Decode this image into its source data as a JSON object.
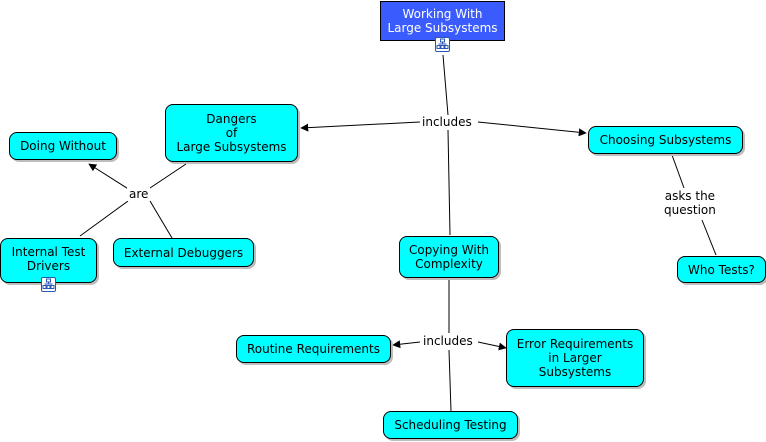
{
  "map": {
    "nodes": {
      "working": "Working With\nLarge Subsystems",
      "dangers": "Dangers\nof\nLarge Subsystems",
      "doing_without": "Doing Without",
      "internal_test": "Internal Test\nDrivers",
      "external_debuggers": "External Debuggers",
      "choosing": "Choosing Subsystems",
      "who_tests": "Who Tests?",
      "copying": "Copying With\nComplexity",
      "routine": "Routine Requirements",
      "error_req": "Error Requirements\nin Larger\nSubsystems",
      "scheduling": "Scheduling Testing"
    },
    "linking_phrases": {
      "includes_top": "includes",
      "are": "are",
      "asks": "asks the\nquestion",
      "includes_bottom": "includes"
    },
    "icons": {
      "working_submap": "submap-icon",
      "internal_submap": "submap-icon"
    },
    "colors": {
      "concept_fill": "#00ffff",
      "root_fill": "#3a5cff",
      "line": "#000000"
    }
  }
}
